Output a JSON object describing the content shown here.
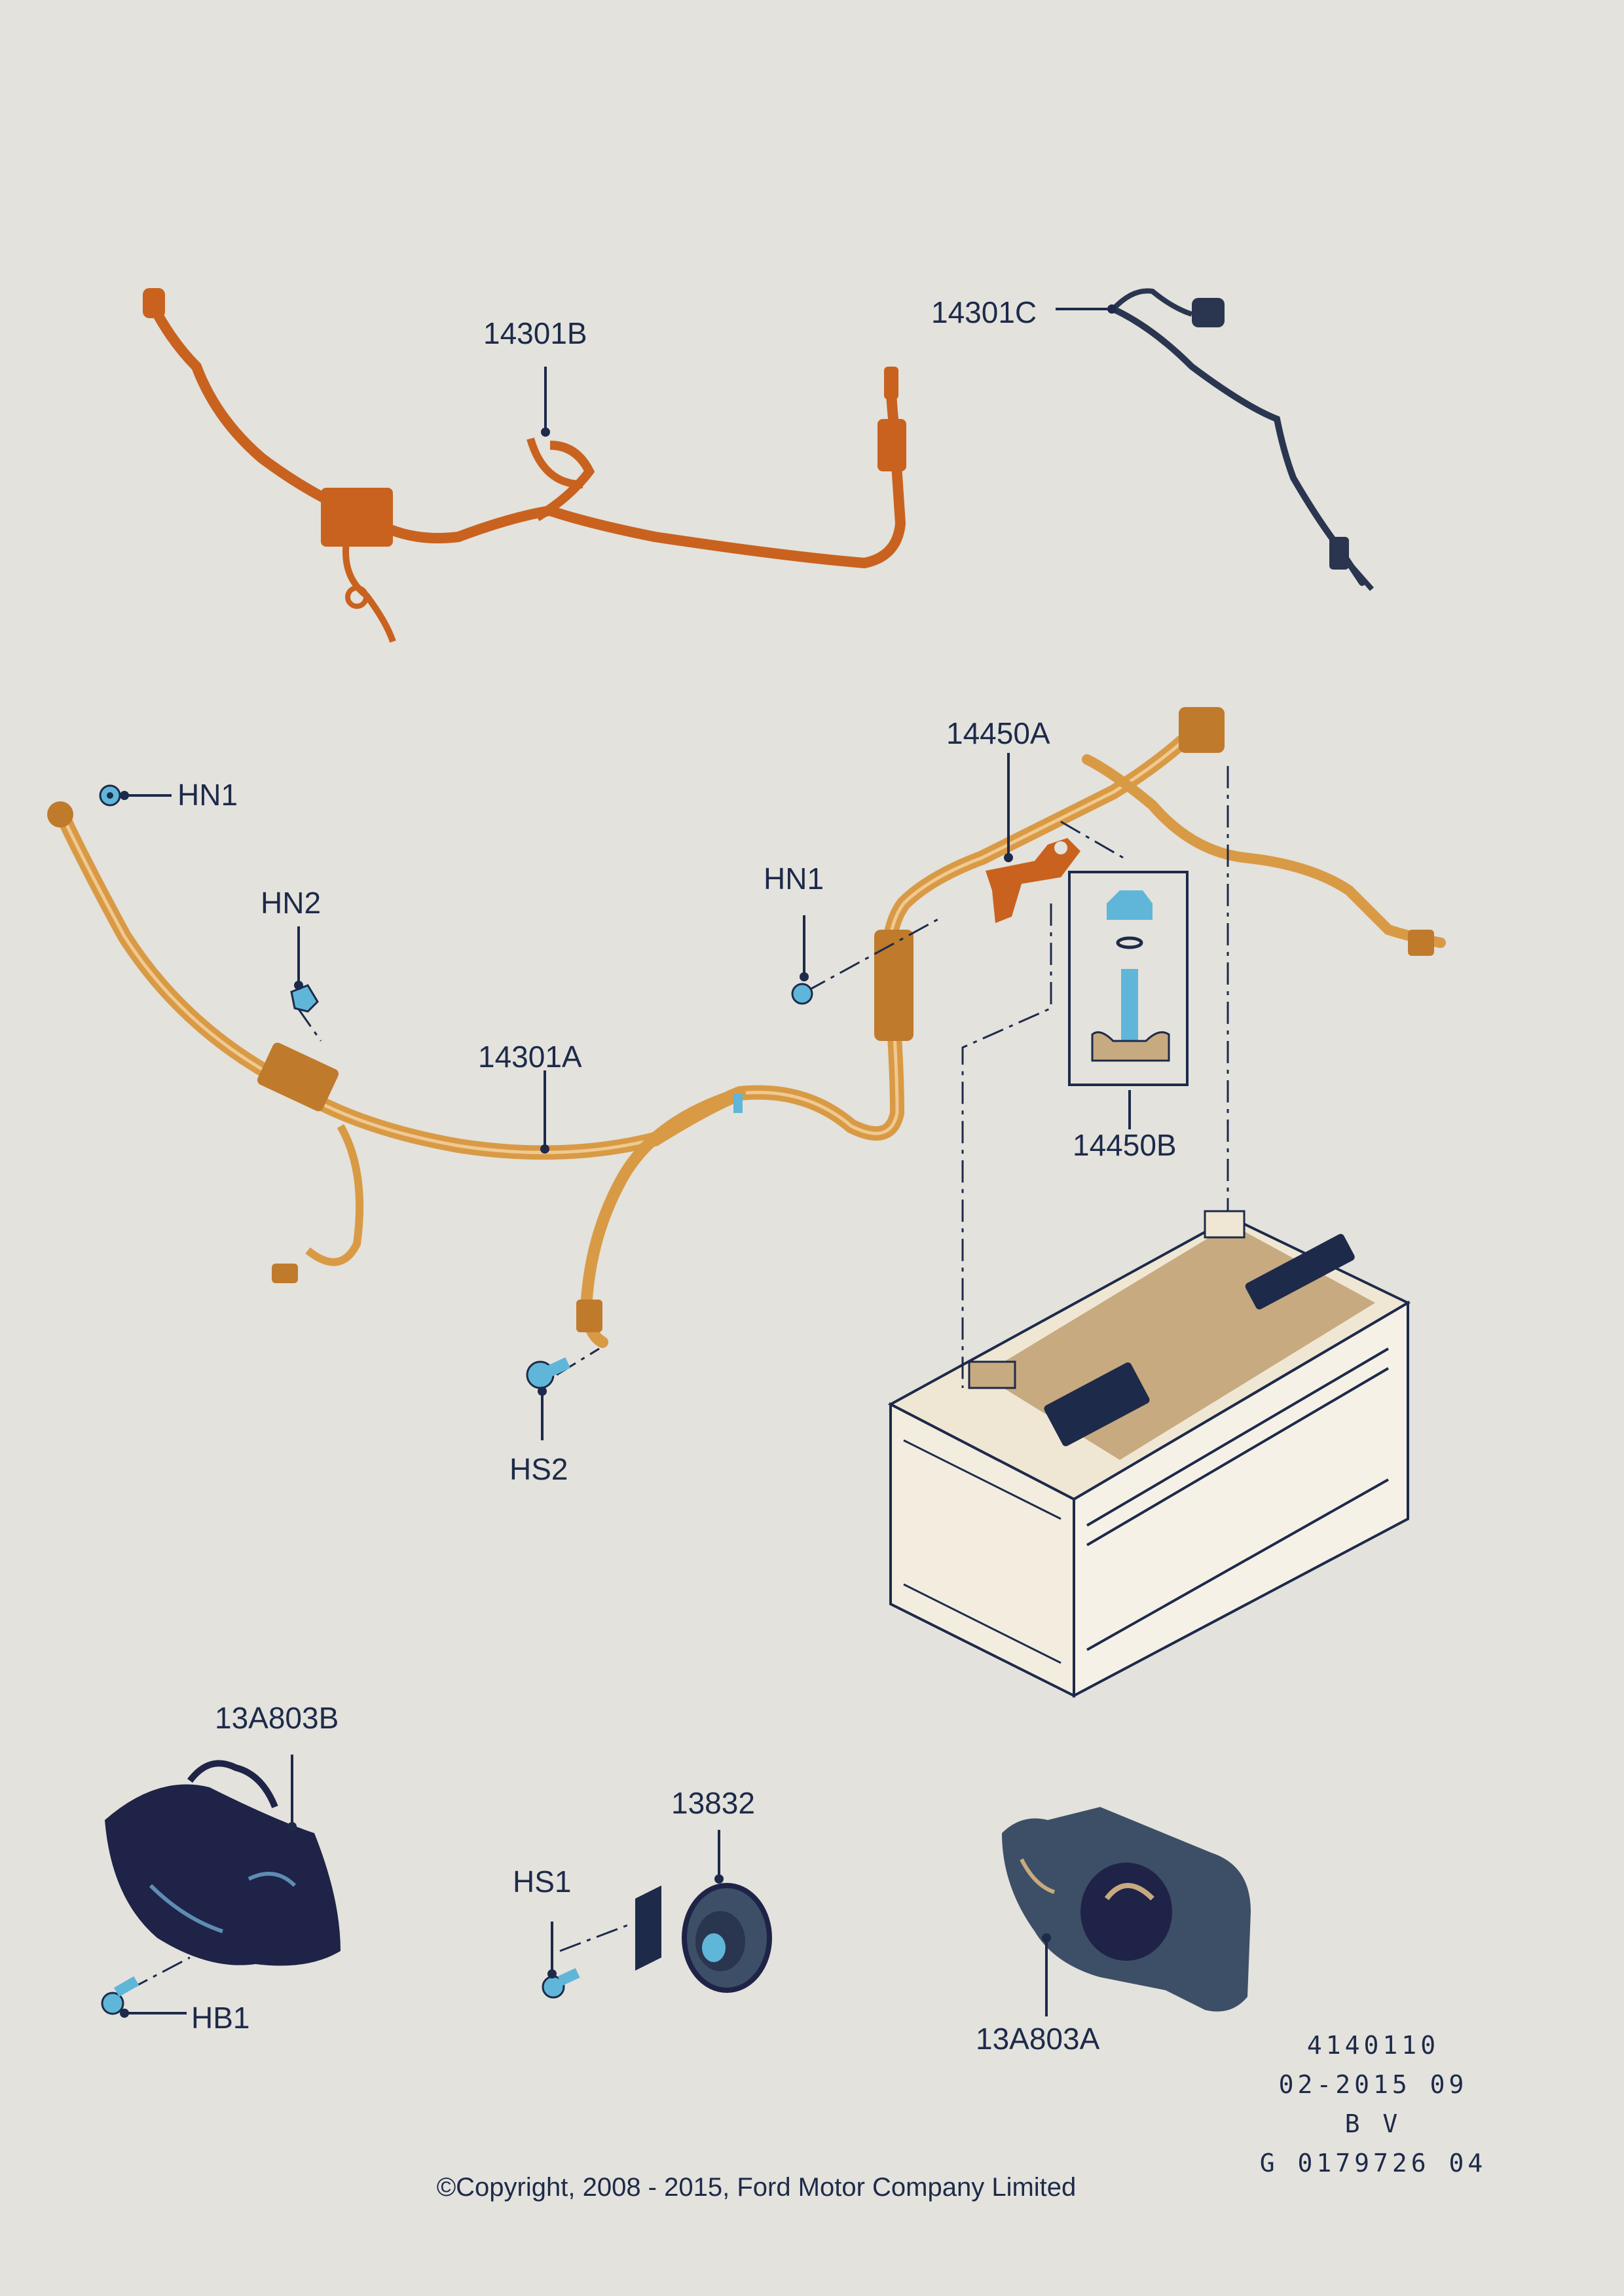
{
  "labels": {
    "harness_b": "14301B",
    "harness_c": "14301C",
    "harness_a": "14301A",
    "terminal_a": "14450A",
    "terminal_b": "14450B",
    "nut_1": "HN1",
    "nut_1b": "HN1",
    "nut_2": "HN2",
    "screw_2": "HS2",
    "screw_1": "HS1",
    "bolt_1": "HB1",
    "horn_b": "13A803B",
    "horn_a": "13A803A",
    "horn": "13832"
  },
  "meta": {
    "line1": "4140110",
    "line2": "02-2015 09",
    "line3": "B V",
    "line4": "G 0179726 04"
  },
  "copyright": "©Copyright, 2008 - 2015, Ford Motor Company Limited",
  "colors": {
    "background": "#e3e2dc",
    "ink": "#1d2a4a",
    "harness_orange": "#c9621f",
    "harness_amber": "#d99a45",
    "harness_dark": "#2a3550",
    "battery_tan": "#c7aa80",
    "fastener_blue": "#5fb6d8",
    "horn_navy": "#1e2347",
    "horn_slate": "#3d4f66"
  }
}
